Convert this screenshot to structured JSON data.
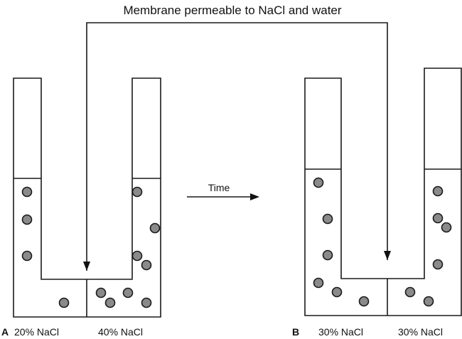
{
  "title": "Membrane permeable to NaCl and water",
  "time_label": "Time",
  "panels": [
    {
      "letter": "A",
      "left_label": "20% NaCl",
      "right_label": "40% NaCl",
      "left_particle_count": 4,
      "right_particle_count": 8
    },
    {
      "letter": "B",
      "left_label": "30% NaCl",
      "right_label": "30% NaCl",
      "left_particle_count": 6,
      "right_particle_count": 6
    }
  ]
}
